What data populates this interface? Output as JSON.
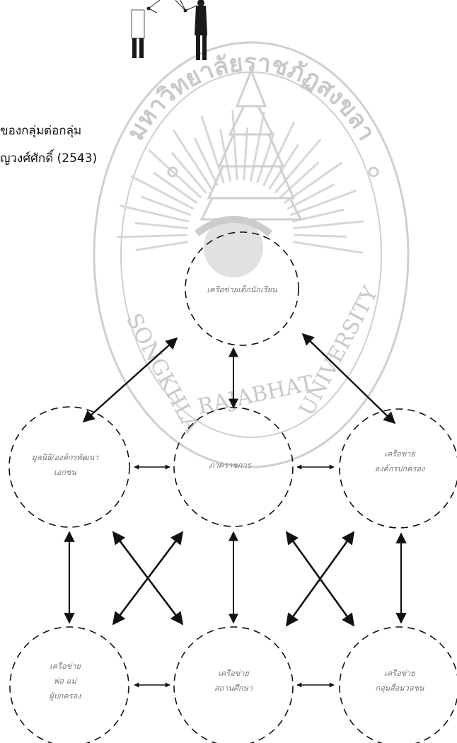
{
  "caption": {
    "line1": "ของกลุ่มต่อกลุ่ม",
    "line2": "ญวงศ์ศักดิ์ (2543)"
  },
  "watermark": {
    "thai_arc": "มหาวิทยาลัยราชภัฏสงขลา",
    "english_left": "SONGKHLA",
    "english_bottom": "RAJABHAT",
    "english_right": "UNIVERSITY"
  },
  "nodes": {
    "center": {
      "lines": [
        "เครือข่ายเด็กนักเรียน"
      ]
    },
    "top_left": {
      "lines": [
        "มูลนิธิ/องค์กรพัฒนา",
        "เอกชน"
      ]
    },
    "top_middle": {
      "lines": [
        "ภาคราชการ"
      ]
    },
    "top_right": {
      "lines": [
        "เครือข่าย",
        "องค์กรปกครอง"
      ]
    },
    "bottom_left": {
      "lines": [
        "เครือข่าย",
        "พ่อ แม่",
        "ผู้ปกครอง"
      ]
    },
    "bottom_middle": {
      "lines": [
        "เครือข่าย",
        "สถานศึกษา"
      ]
    },
    "bottom_right": {
      "lines": [
        "เครือข่าย",
        "กลุ่มสื่อมวลชน"
      ]
    }
  },
  "colors": {
    "ink": "#111111",
    "watermark": "#c9c9c9",
    "label": "#7a7a7a"
  }
}
